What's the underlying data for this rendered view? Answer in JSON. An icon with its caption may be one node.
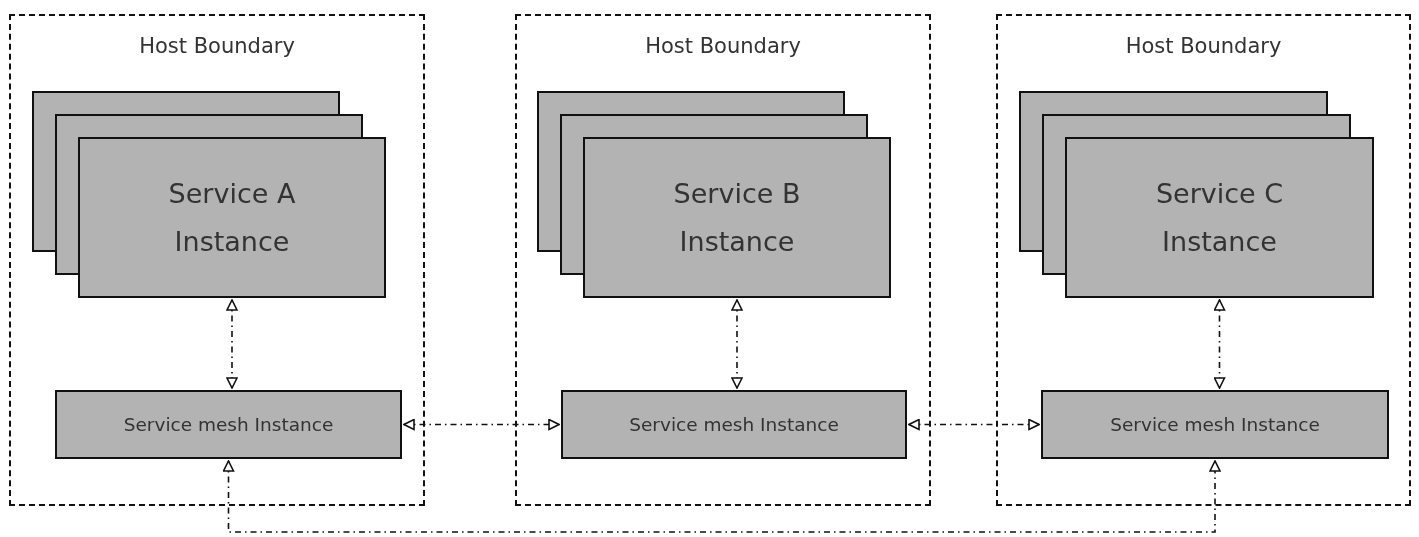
{
  "diagram": {
    "nodes": [
      {
        "text": [
          "Host Boundary"
        ]
      },
      {
        "text": [
          "Service A Instance"
        ],
        "in": 0
      },
      {
        "text": [
          "Service mesh Instance"
        ],
        "in": 0
      },
      {
        "text": [
          "Host Boundary"
        ]
      },
      {
        "text": [
          "Service B Instance"
        ],
        "in": 3
      },
      {
        "text": [
          "Service mesh Instance"
        ],
        "in": 3
      },
      {
        "text": [
          "Host Boundary"
        ]
      },
      {
        "text": [
          "Service C Instance"
        ],
        "in": 6
      },
      {
        "text": [
          "Service mesh Instance"
        ],
        "in": 6
      }
    ],
    "edges": [
      {
        "from": 1,
        "to": 2,
        "arrow": "both",
        "style": "dashed"
      },
      {
        "from": 4,
        "to": 5,
        "arrow": "both",
        "style": "dashed"
      },
      {
        "from": 7,
        "to": 8,
        "arrow": "both",
        "style": "dashed"
      },
      {
        "from": 2,
        "to": 5,
        "arrow": "both",
        "style": "dashed"
      },
      {
        "from": 5,
        "to": 8,
        "arrow": "both",
        "style": "dashed"
      },
      {
        "from": 2,
        "to": 8,
        "arrow": "both",
        "style": "dashed"
      }
    ]
  }
}
